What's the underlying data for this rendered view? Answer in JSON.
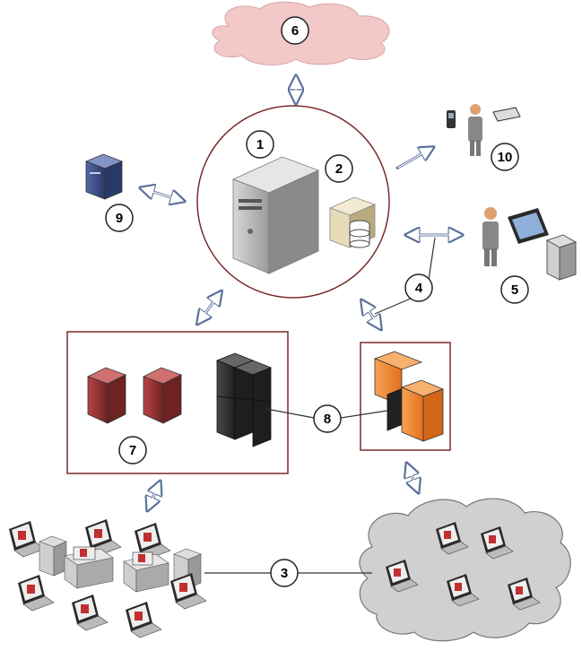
{
  "callouts": [
    {
      "id": "1",
      "label": "1"
    },
    {
      "id": "2",
      "label": "2"
    },
    {
      "id": "3",
      "label": "3"
    },
    {
      "id": "4",
      "label": "4"
    },
    {
      "id": "5",
      "label": "5"
    },
    {
      "id": "6",
      "label": "6"
    },
    {
      "id": "7",
      "label": "7"
    },
    {
      "id": "8",
      "label": "8"
    },
    {
      "id": "9",
      "label": "9"
    },
    {
      "id": "10",
      "label": "10"
    }
  ],
  "colors": {
    "cloud_top": "#f2c8c8",
    "cloud_bottom": "#d0d0d0",
    "frame": "#7a2a2a",
    "server_red": "#9e3636",
    "server_dark": "#333333",
    "server_blue": "#3b4f8c",
    "firewall": "#f08a30",
    "arrow": "#5a6f9a"
  },
  "icons": {
    "main_server": "tower-server-icon",
    "database": "database-server-icon",
    "remote_server": "blue-server-icon",
    "mobile_user": "mobile-user-icon",
    "workstation_user": "workstation-user-icon",
    "firewall": "firewall-icon",
    "laptop_badge": "shield-badge-icon"
  }
}
